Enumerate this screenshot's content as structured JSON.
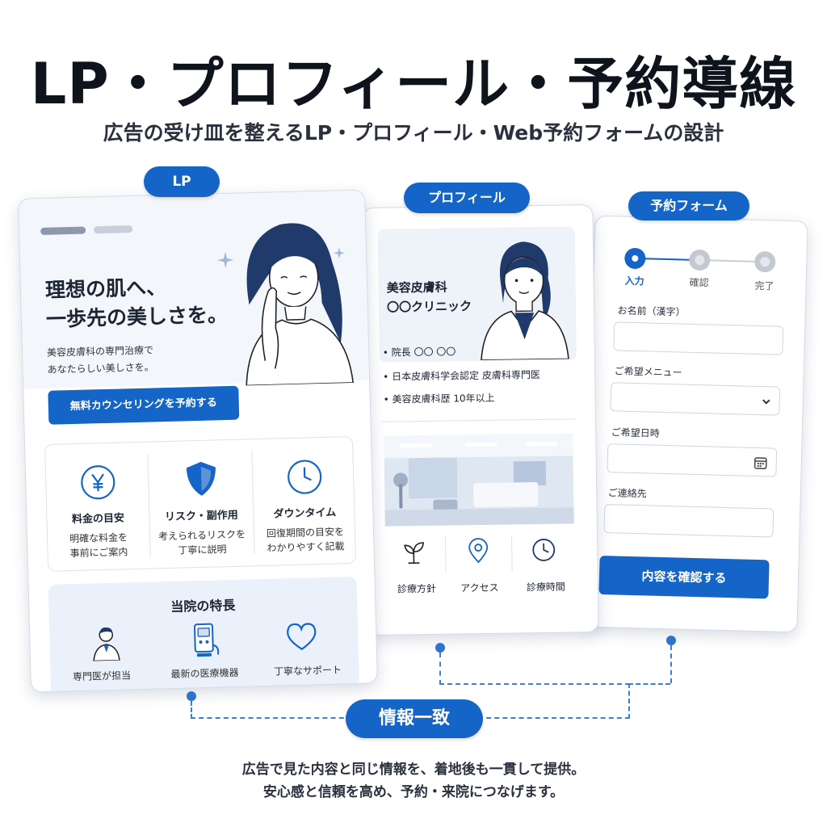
{
  "header": {
    "title": "LP・プロフィール・予約導線",
    "subtitle": "広告の受け皿を整えるLP・プロフィール・Web予約フォームの設計"
  },
  "lp": {
    "tag": "LP",
    "hero_line1": "理想の肌へ、",
    "hero_line2": "一歩先の美しさを。",
    "desc_line1": "美容皮膚科の専門治療で",
    "desc_line2": "あなたらしい美しさを。",
    "cta": "無料カウンセリングを予約する",
    "features": [
      {
        "title": "料金の目安",
        "line1": "明確な料金を",
        "line2": "事前にご案内"
      },
      {
        "title": "リスク・副作用",
        "line1": "考えられるリスクを",
        "line2": "丁寧に説明"
      },
      {
        "title": "ダウンタイム",
        "line1": "回復期間の目安を",
        "line2": "わかりやすく記載"
      }
    ],
    "strengths_title": "当院の特長",
    "strengths": [
      "専門医が担当",
      "最新の医療機器",
      "丁寧なサポート"
    ]
  },
  "profile": {
    "tag": "プロフィール",
    "clinic_line1": "美容皮膚科",
    "clinic_line2": "〇〇クリニック",
    "bullets": [
      "• 院長 〇〇 〇〇",
      "• 日本皮膚科学会認定 皮膚科専門医",
      "• 美容皮膚科歴 10年以上"
    ],
    "links": [
      "診療方針",
      "アクセス",
      "診療時間"
    ]
  },
  "form": {
    "tag": "予約フォーム",
    "steps": [
      "入力",
      "確認",
      "完了"
    ],
    "name_label": "お名前（漢字）",
    "menu_label": "ご希望メニュー",
    "date_label": "ご希望日時",
    "contact_label": "ご連絡先",
    "submit": "内容を確認する"
  },
  "footer": {
    "badge": "情報一致",
    "line1": "広告で見た内容と同じ情報を、着地後も一貫して提供。",
    "line2": "安心感と信頼を高め、予約・来院につなげます。"
  },
  "colors": {
    "accent": "#1565c8",
    "light_blue": "#eaf1fb"
  }
}
